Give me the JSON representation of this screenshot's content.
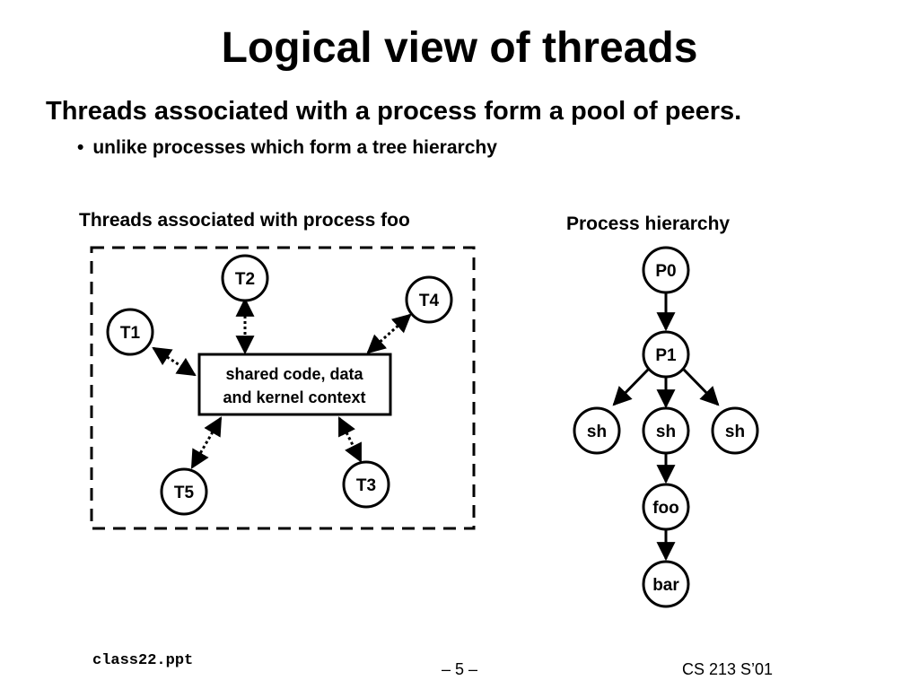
{
  "slide": {
    "title": "Logical view of threads",
    "subtitle": "Threads associated with a process form a pool of peers.",
    "bullet": "unlike processes which form a tree hierarchy",
    "bullet_marker": "•"
  },
  "threads_panel": {
    "label": "Threads associated with process foo",
    "shared_box": {
      "line1": "shared code, data",
      "line2": "and kernel context"
    },
    "threads": [
      "T1",
      "T2",
      "T4",
      "T5",
      "T3"
    ]
  },
  "hierarchy_panel": {
    "label": "Process hierarchy",
    "nodes": {
      "p0": "P0",
      "p1": "P1",
      "sh_left": "sh",
      "sh_mid": "sh",
      "sh_right": "sh",
      "foo": "foo",
      "bar": "bar"
    }
  },
  "footer": {
    "file": "class22.ppt",
    "page": "– 5 –",
    "course": "CS 213 S’01"
  }
}
